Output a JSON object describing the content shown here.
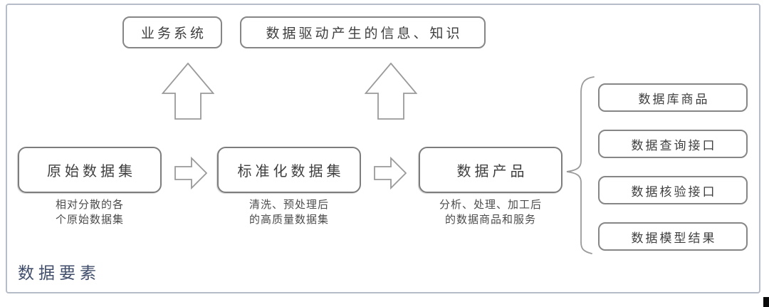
{
  "diagram": {
    "title": "数据要素",
    "top_boxes": [
      {
        "label": "业务系统"
      },
      {
        "label": "数据驱动产生的信息、知识"
      }
    ],
    "flow": [
      {
        "label": "原始数据集",
        "caption": "相对分散的各\n个原始数据集"
      },
      {
        "label": "标准化数据集",
        "caption": "清洗、预处理后\n的高质量数据集"
      },
      {
        "label": "数据产品",
        "caption": "分析、处理、加工后\n的数据商品和服务"
      }
    ],
    "outputs": [
      {
        "label": "数据库商品"
      },
      {
        "label": "数据查询接口"
      },
      {
        "label": "数据核验接口"
      },
      {
        "label": "数据模型结果"
      }
    ],
    "icons": {
      "up_arrow": "up-arrow",
      "right_arrow": "right-arrow",
      "brace": "curly-brace"
    },
    "colors": {
      "frame_border": "#b7bdc8",
      "node_border": "#868686",
      "node_text": "#3e3e3e",
      "title_text": "#414e6b",
      "background": "#ffffff"
    }
  }
}
